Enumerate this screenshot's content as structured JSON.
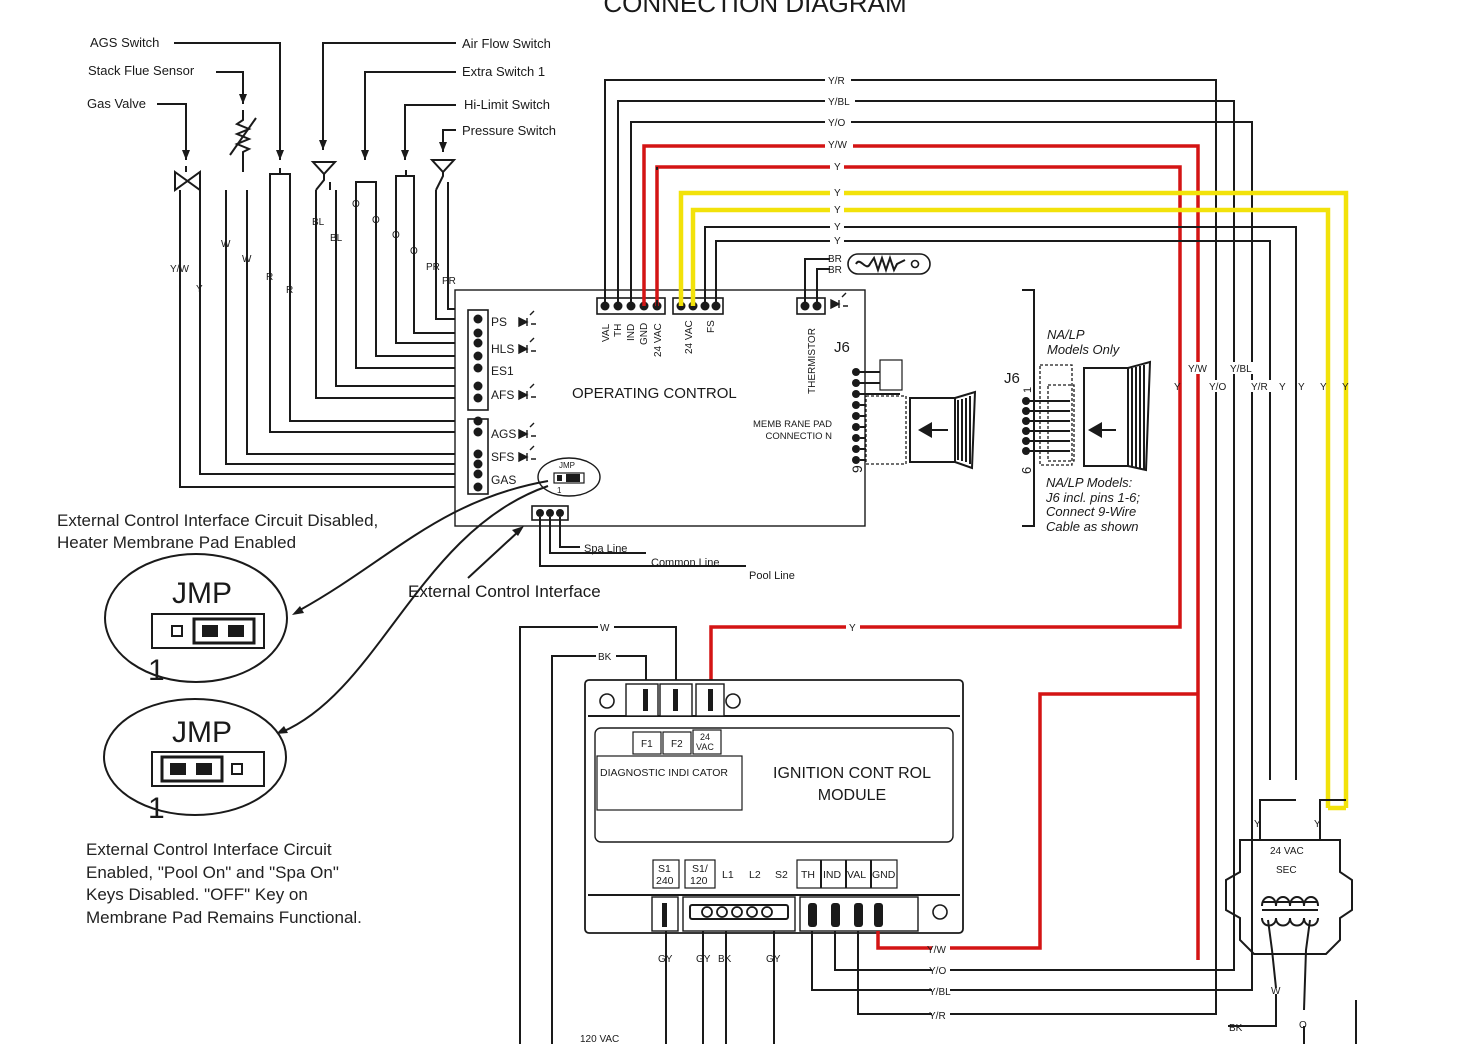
{
  "title": "CONNECTION DIAGRAM",
  "components_left": {
    "ags_switch": "AGS Switch",
    "stack_flue_sensor": "Stack Flue Sensor",
    "gas_valve": "Gas Valve",
    "air_flow_switch": "Air Flow Switch",
    "extra_switch_1": "Extra Switch 1",
    "hi_limit_switch": "Hi-Limit Switch",
    "pressure_switch": "Pressure Switch"
  },
  "wire_codes": {
    "yw": "Y/W",
    "y": "Y",
    "w": "W",
    "r": "R",
    "bl": "BL",
    "o": "O",
    "pr": "PR",
    "yr": "Y/R",
    "ybl": "Y/BL",
    "yo": "Y/O",
    "br": "BR",
    "bk": "BK",
    "gy": "GY"
  },
  "operating_control": {
    "label": "OPERATING CONTROL",
    "left_pins": [
      "PS",
      "HLS",
      "ES1",
      "AFS",
      "AGS",
      "SFS",
      "GAS"
    ],
    "top_pins_a": [
      "VAL",
      "TH",
      "IND",
      "GND",
      "24 VAC"
    ],
    "top_pins_b": [
      "24 VAC",
      "FS"
    ],
    "thermistor": "THERMISTOR",
    "j6": "J6",
    "membrane": "MEMB RANE PAD",
    "membrane2": "CONNECTIO N",
    "pin9": "9",
    "jmp": "JMP",
    "one": "1"
  },
  "j6_detail": {
    "label": "J6",
    "nalp_title": "NA/LP",
    "nalp_title2": "Models Only",
    "pin6": "6",
    "pin1": "1",
    "note1": "NA/LP Models:",
    "note2": "J6 incl. pins 1-6;",
    "note3": "Connect 9-Wire",
    "note4": "Cable as shown"
  },
  "external_control": {
    "label": "External Control Interface",
    "spa_line": "Spa Line",
    "common_line": "Common Line",
    "pool_line": "Pool Line"
  },
  "jumper_notes": {
    "disabled_line1": "External Control Interface Circuit Disabled,",
    "disabled_line2": "Heater Membrane Pad Enabled",
    "enabled_line1": "External Control Interface Circuit",
    "enabled_line2": "Enabled, \"Pool On\" and \"Spa On\"",
    "enabled_line3": "Keys Disabled. \"OFF\" Key on",
    "enabled_line4": "Membrane Pad Remains Functional.",
    "jmp": "JMP",
    "one": "1"
  },
  "ignition_module": {
    "label1": "IGNITION  CONT ROL",
    "label2": "MODULE",
    "diag": "DIAGNOSTIC INDI CATOR",
    "f1": "F1",
    "f2": "F2",
    "vac24a": "24",
    "vac24b": "VAC",
    "terminals": [
      "S1 240",
      "S1/ 120",
      "L1",
      "L2",
      "S2",
      "TH",
      "IND",
      "VAL",
      "GND"
    ],
    "s1a": "S1",
    "s1b": "240",
    "s1c": "S1/",
    "s1d": "120",
    "vac120": "120 VAC"
  },
  "transformer": {
    "label1": "24 VAC",
    "label2": "SEC"
  }
}
